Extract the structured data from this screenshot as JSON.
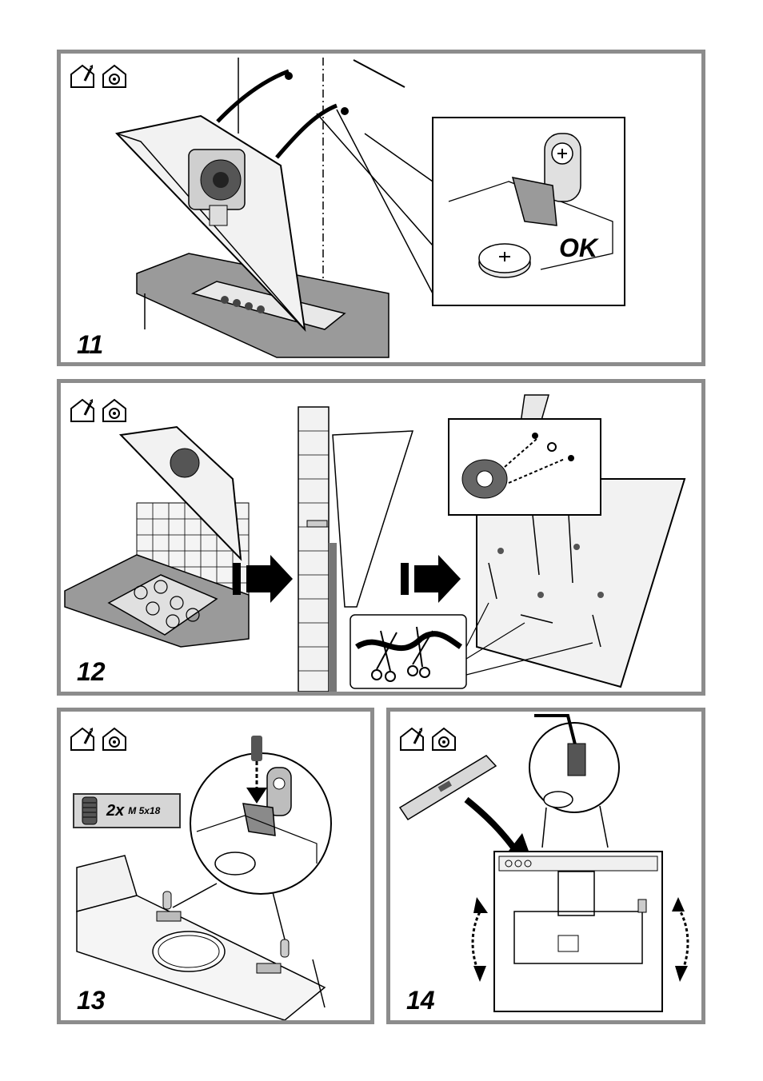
{
  "steps": [
    {
      "number": "11",
      "ok_label": "OK"
    },
    {
      "number": "12"
    },
    {
      "number": "13",
      "screw_qty": "2x",
      "screw_spec": "M 5x18"
    },
    {
      "number": "14"
    }
  ],
  "icons": [
    "installer-house-icon",
    "house-service-icon"
  ],
  "colors": {
    "border": "#8c8c8c",
    "line": "#000000",
    "countertop": "#9a9a9a"
  }
}
